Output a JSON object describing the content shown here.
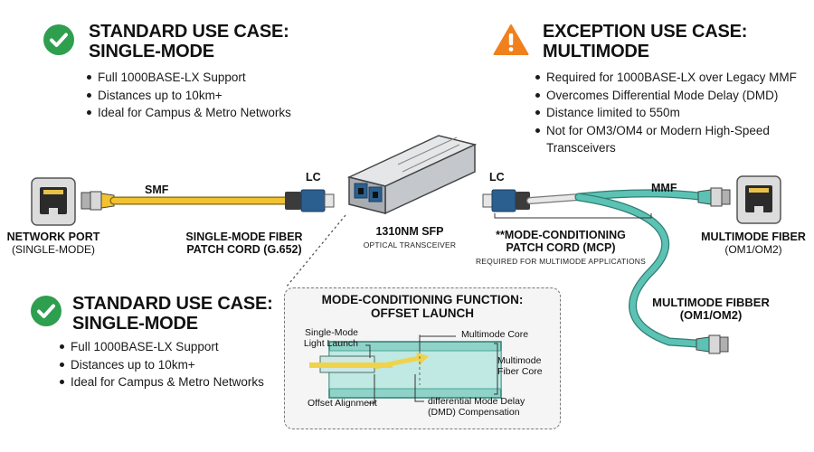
{
  "colors": {
    "check_green": "#2e9e4f",
    "warning_orange": "#f0801e",
    "smf_yellow": "#f2c230",
    "mmf_teal": "#5cc2b4",
    "lc_blue": "#2a5f8f"
  },
  "standard_top": {
    "heading_line1": "STANDARD USE CASE:",
    "heading_line2": "SINGLE-MODE",
    "bullets": [
      "Full 1000BASE-LX Support",
      "Distances up to 10km+",
      "Ideal for Campus & Metro Networks"
    ]
  },
  "exception": {
    "heading_line1": "EXCEPTION USE CASE:",
    "heading_line2": "MULTIMODE",
    "bullets": [
      "Required for 1000BASE-LX over Legacy MMF",
      "Overcomes Differential Mode Delay (DMD)",
      "Distance limited to 550m",
      "Not for OM3/OM4 or Modern High-Speed Transceivers"
    ]
  },
  "standard_bottom": {
    "heading_line1": "STANDARD USE CASE:",
    "heading_line2": "SINGLE-MODE",
    "bullets": [
      "Full 1000BASE-LX Support",
      "Distances up to 10km+",
      "Ideal for Campus & Metro Networks"
    ]
  },
  "labels": {
    "smf": "SMF",
    "lc_left": "LC",
    "lc_right": "LC",
    "mmf": "MMF",
    "network_port_line1": "NETWORK PORT",
    "network_port_line2": "(SINGLE-MODE)",
    "smf_cord_line1": "SINGLE-MODE FIBER",
    "smf_cord_line2": "PATCH CORD (G.652)",
    "sfp_line1": "1310NM SFP",
    "sfp_line2": "OPTICAL TRANSCEIVER",
    "mcp_line1": "**MODE-CONDITIONING",
    "mcp_line2": "PATCH CORD (MCP)",
    "mcp_note": "REQUIRED FOR MULTIMODE APPLICATIONS",
    "mmf_right_line1": "MULTIMODE FIBER",
    "mmf_right_line2": "(OM1/OM2)",
    "mmf_lower_line1": "MULTIMODE FIBBER",
    "mmf_lower_line2": "(OM1/OM2)"
  },
  "inset": {
    "title_line1": "MODE-CONDITIONING FUNCTION:",
    "title_line2": "OFFSET LAUNCH",
    "single_mode_launch_line1": "Single-Mode",
    "single_mode_launch_line2": "Light Launch",
    "multimode_core": "Multimode Core",
    "multimode_fiber_core_line1": "Multimode",
    "multimode_fiber_core_line2": "Fiber Core",
    "offset_alignment": "Offset Alignment",
    "dmd_line1": "differential Mode Delay",
    "dmd_line2": "(DMD) Compensation"
  }
}
